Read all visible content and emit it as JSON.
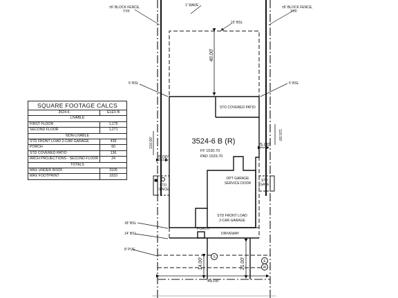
{
  "plan": {
    "lot_title": "3524-6 B (R)",
    "ff": "FF 1530.70",
    "pad": "PAD 1529.70",
    "callouts": {
      "block_fence_left": [
        "±6' BLOCK FENCE,",
        "TYP."
      ],
      "block_fence_right": [
        "±6' BLOCK FENCE,",
        "TYP."
      ],
      "wave": "1' WAVE",
      "bsl_15": "15' BSL",
      "bsl_5_left": "5' BSL",
      "bsl_5_right": "5' BSL",
      "bsl_18": "18' BSL",
      "bsl_14": "14' BSL",
      "pue_8": "8' PUE"
    },
    "dimensions": {
      "rear_setback": "40.00'",
      "side_left": "5.00'",
      "side_right": "5.00'",
      "lot_depth_left": "110.00'",
      "lot_depth_right": "110.00'",
      "front_14": "14.00'",
      "front_21": "21.00'",
      "lot_width": "45.00'"
    },
    "rooms": {
      "covered_patio": "STD COVERED PATIO",
      "garage_door": [
        "OPT GARAGE",
        "SERVICE DOOR"
      ],
      "garage": [
        "STD FRONT LOAD",
        "2-CAR GARAGE"
      ],
      "porch": "PORCH",
      "driveway": "DRIVEWAY",
      "std_fence": [
        "STD",
        "FENCE"
      ],
      "std_gate": [
        "STD",
        "GATE"
      ]
    },
    "symbols": {
      "sewer": "S",
      "water": "W",
      "electric": "E"
    }
  },
  "calcs": {
    "title": "SQUARE FOOTAGE CALCS",
    "plan_name": "3524-6",
    "elevation": "ELEV B",
    "livable_header": "LIVABLE",
    "nonlivable_header": "NON-LIVABLE",
    "totals_header": "TOTALS",
    "livable": [
      {
        "label": "FIRST FLOOR",
        "value": "1,175"
      },
      {
        "label": "SECOND FLOOR",
        "value": "1,271"
      }
    ],
    "nonlivable": [
      {
        "label": "STD FRONT LOAD 2-CAR GARAGE",
        "value": "439"
      },
      {
        "label": "PORCH",
        "value": "60"
      },
      {
        "label": "STD COVERED PATIO",
        "value": "136"
      },
      {
        "label": "ARCH PROJECTIONS - SECOND FLOOR",
        "value": "24"
      }
    ],
    "totals": [
      {
        "label": "MAX UNDER ROOF",
        "value": "3105"
      },
      {
        "label": "MAX FOOTPRINT",
        "value": "1810"
      }
    ]
  }
}
